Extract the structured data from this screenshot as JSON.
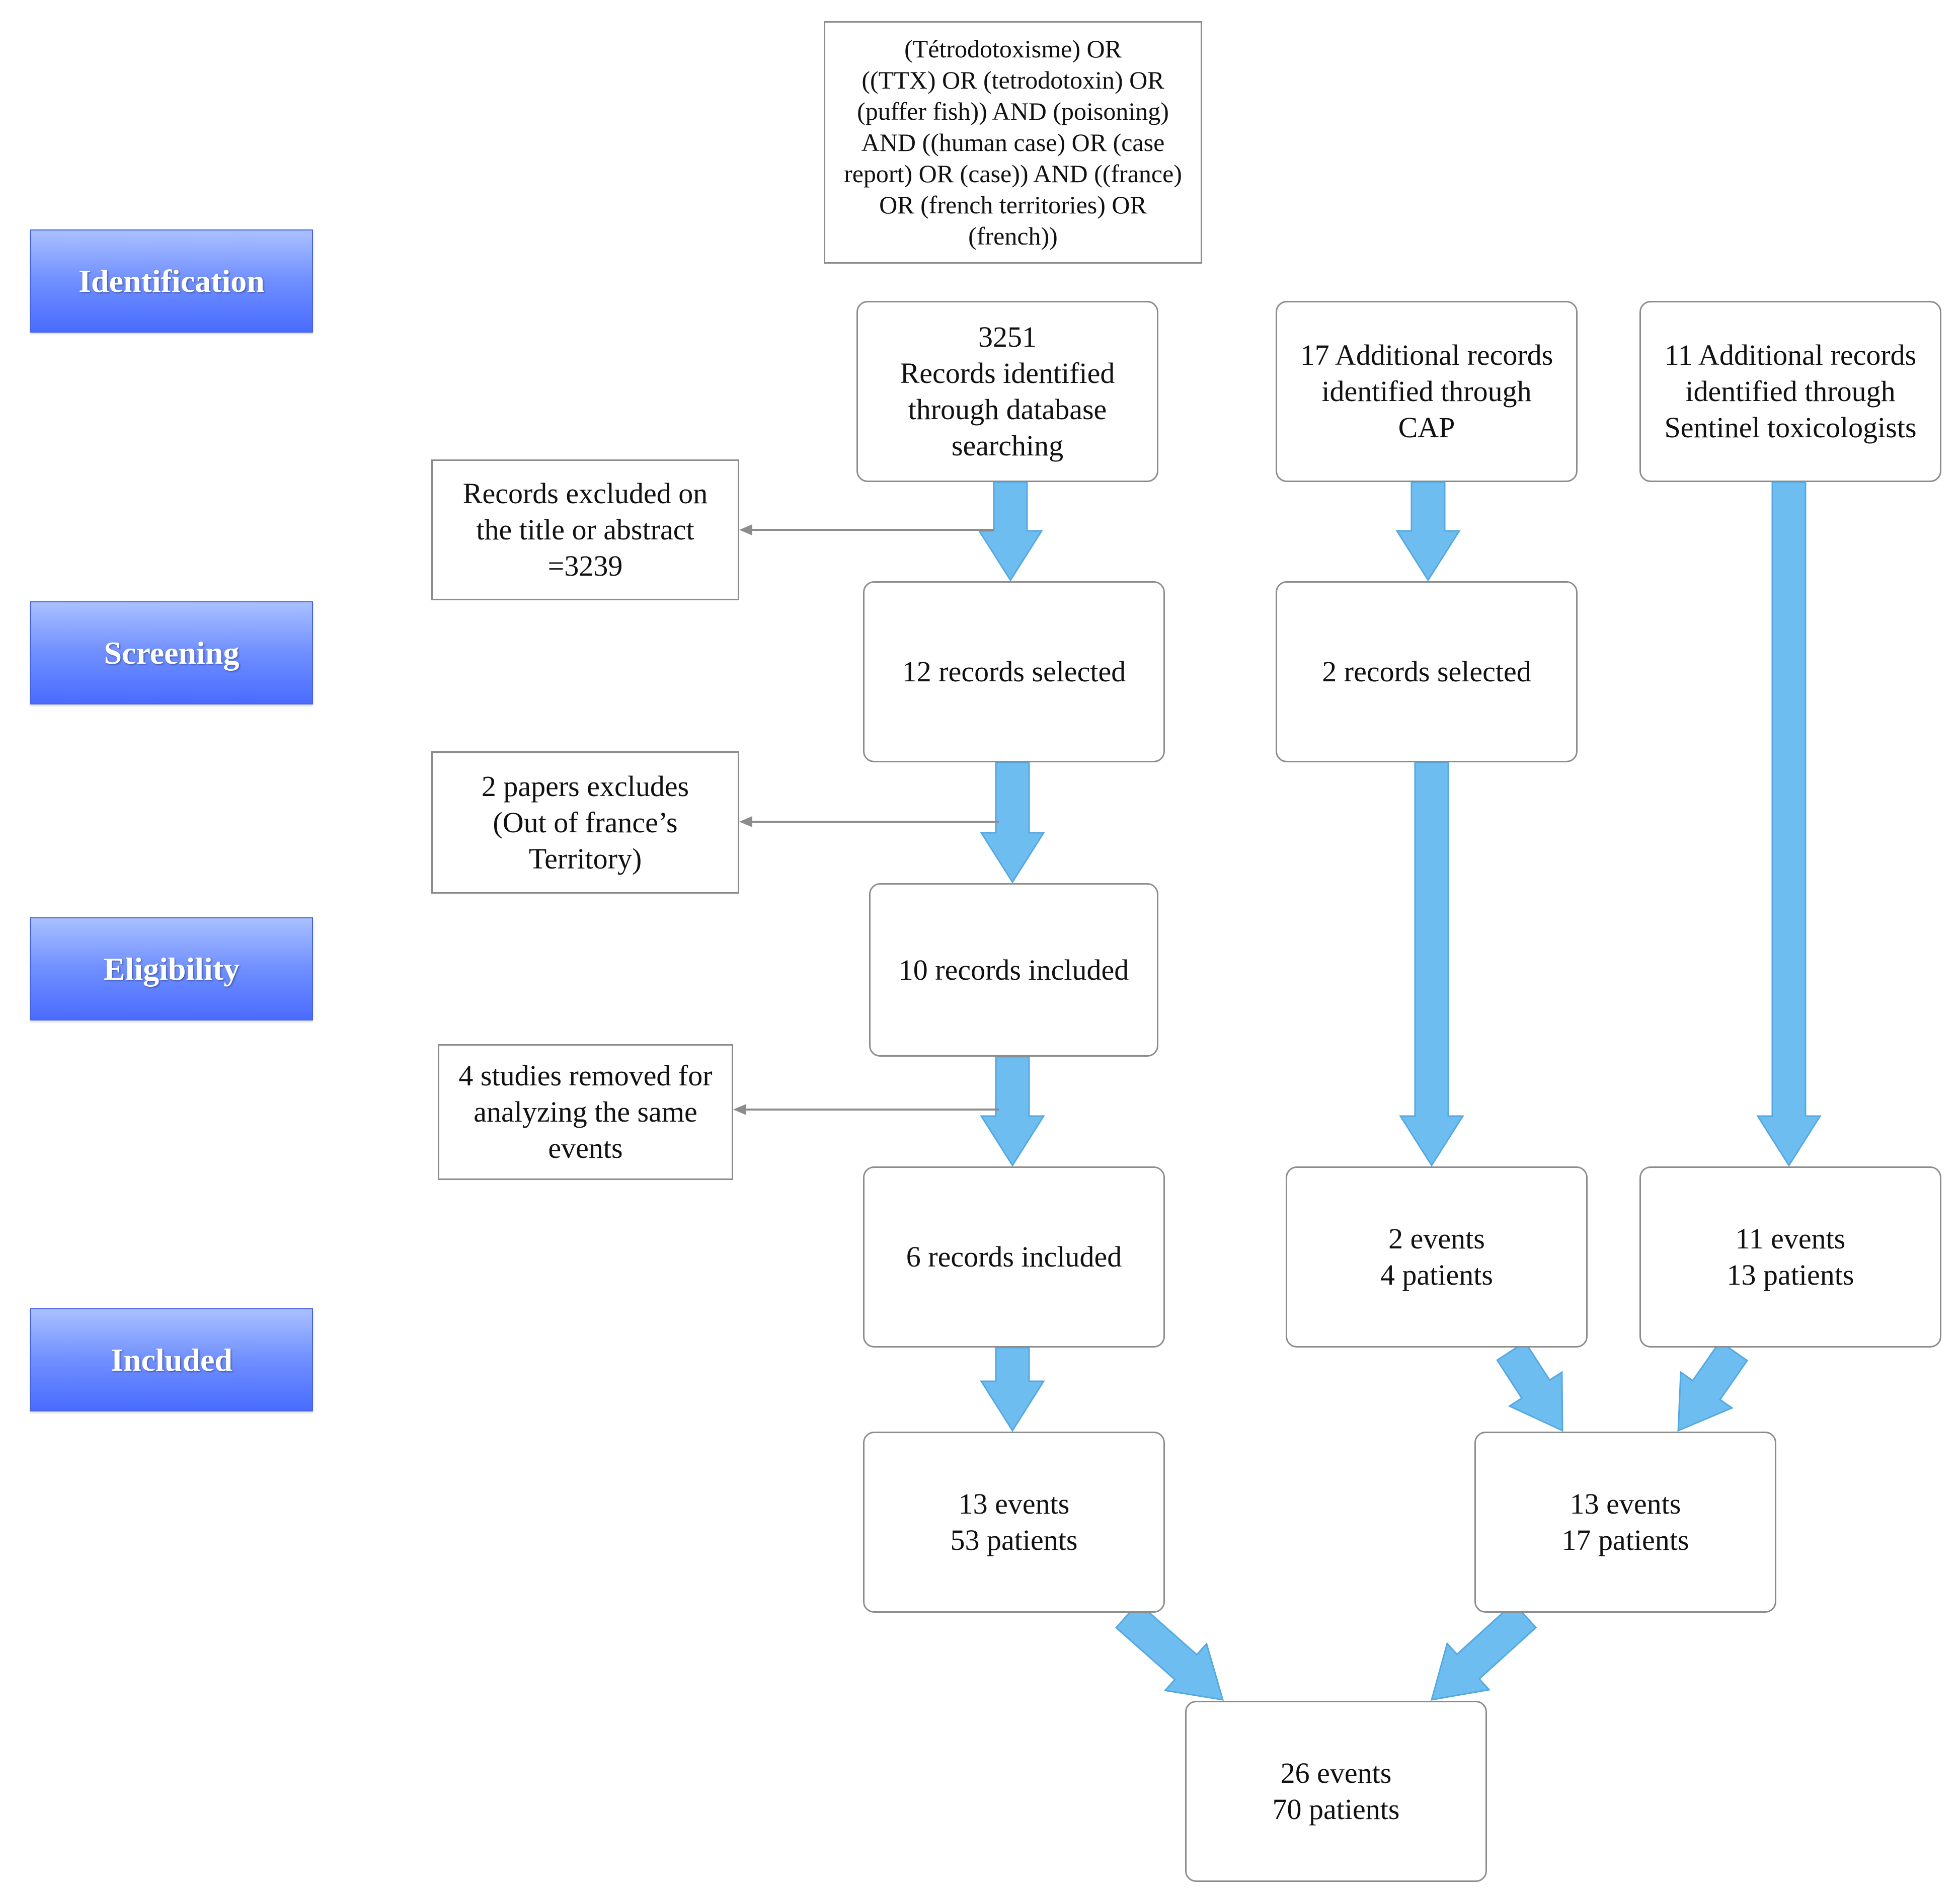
{
  "colors": {
    "stage_gradient_top": "#aac0ff",
    "stage_gradient_bottom": "#4a6cff",
    "flow_arrow_fill": "#6dbdf0",
    "flow_arrow_stroke": "#55a9e0",
    "exclusion_arrow": "#8c8c8c",
    "box_border": "#8c8c8c"
  },
  "stages": {
    "identification": "Identification",
    "screening": "Screening",
    "eligibility": "Eligibility",
    "included": "Included"
  },
  "query": "(Tétrodotoxisme) OR\n((TTX) OR (tetrodotoxin) OR\n(puffer fish)) AND (poisoning)\nAND ((human case) OR (case\nreport) OR (case)) AND ((france)\nOR (french territories) OR\n(french))",
  "database_column": {
    "identified": "3251\nRecords identified\nthrough database\nsearching",
    "selected": "12 records selected",
    "included_1": "10 records included",
    "included_2": "6  records included",
    "result": "13  events\n53  patients"
  },
  "exclusions": {
    "title_abstract": "Records excluded on\nthe title or abstract\n=3239",
    "out_of_france": "2 papers excludes\n(Out of france’s\nTerritory)",
    "same_events": "4 studies removed for\nanalyzing the same\nevents"
  },
  "cap_column": {
    "identified": "17 Additional records\nidentified through\nCAP",
    "selected": "2 records selected",
    "result": "2  events\n4 patients"
  },
  "sentinel_column": {
    "identified": "11 Additional records\nidentified through\nSentinel toxicologists",
    "result": "11  events\n13 patients"
  },
  "combined_additional": "13  events\n17 patients",
  "final_total": "26  events\n70  patients"
}
